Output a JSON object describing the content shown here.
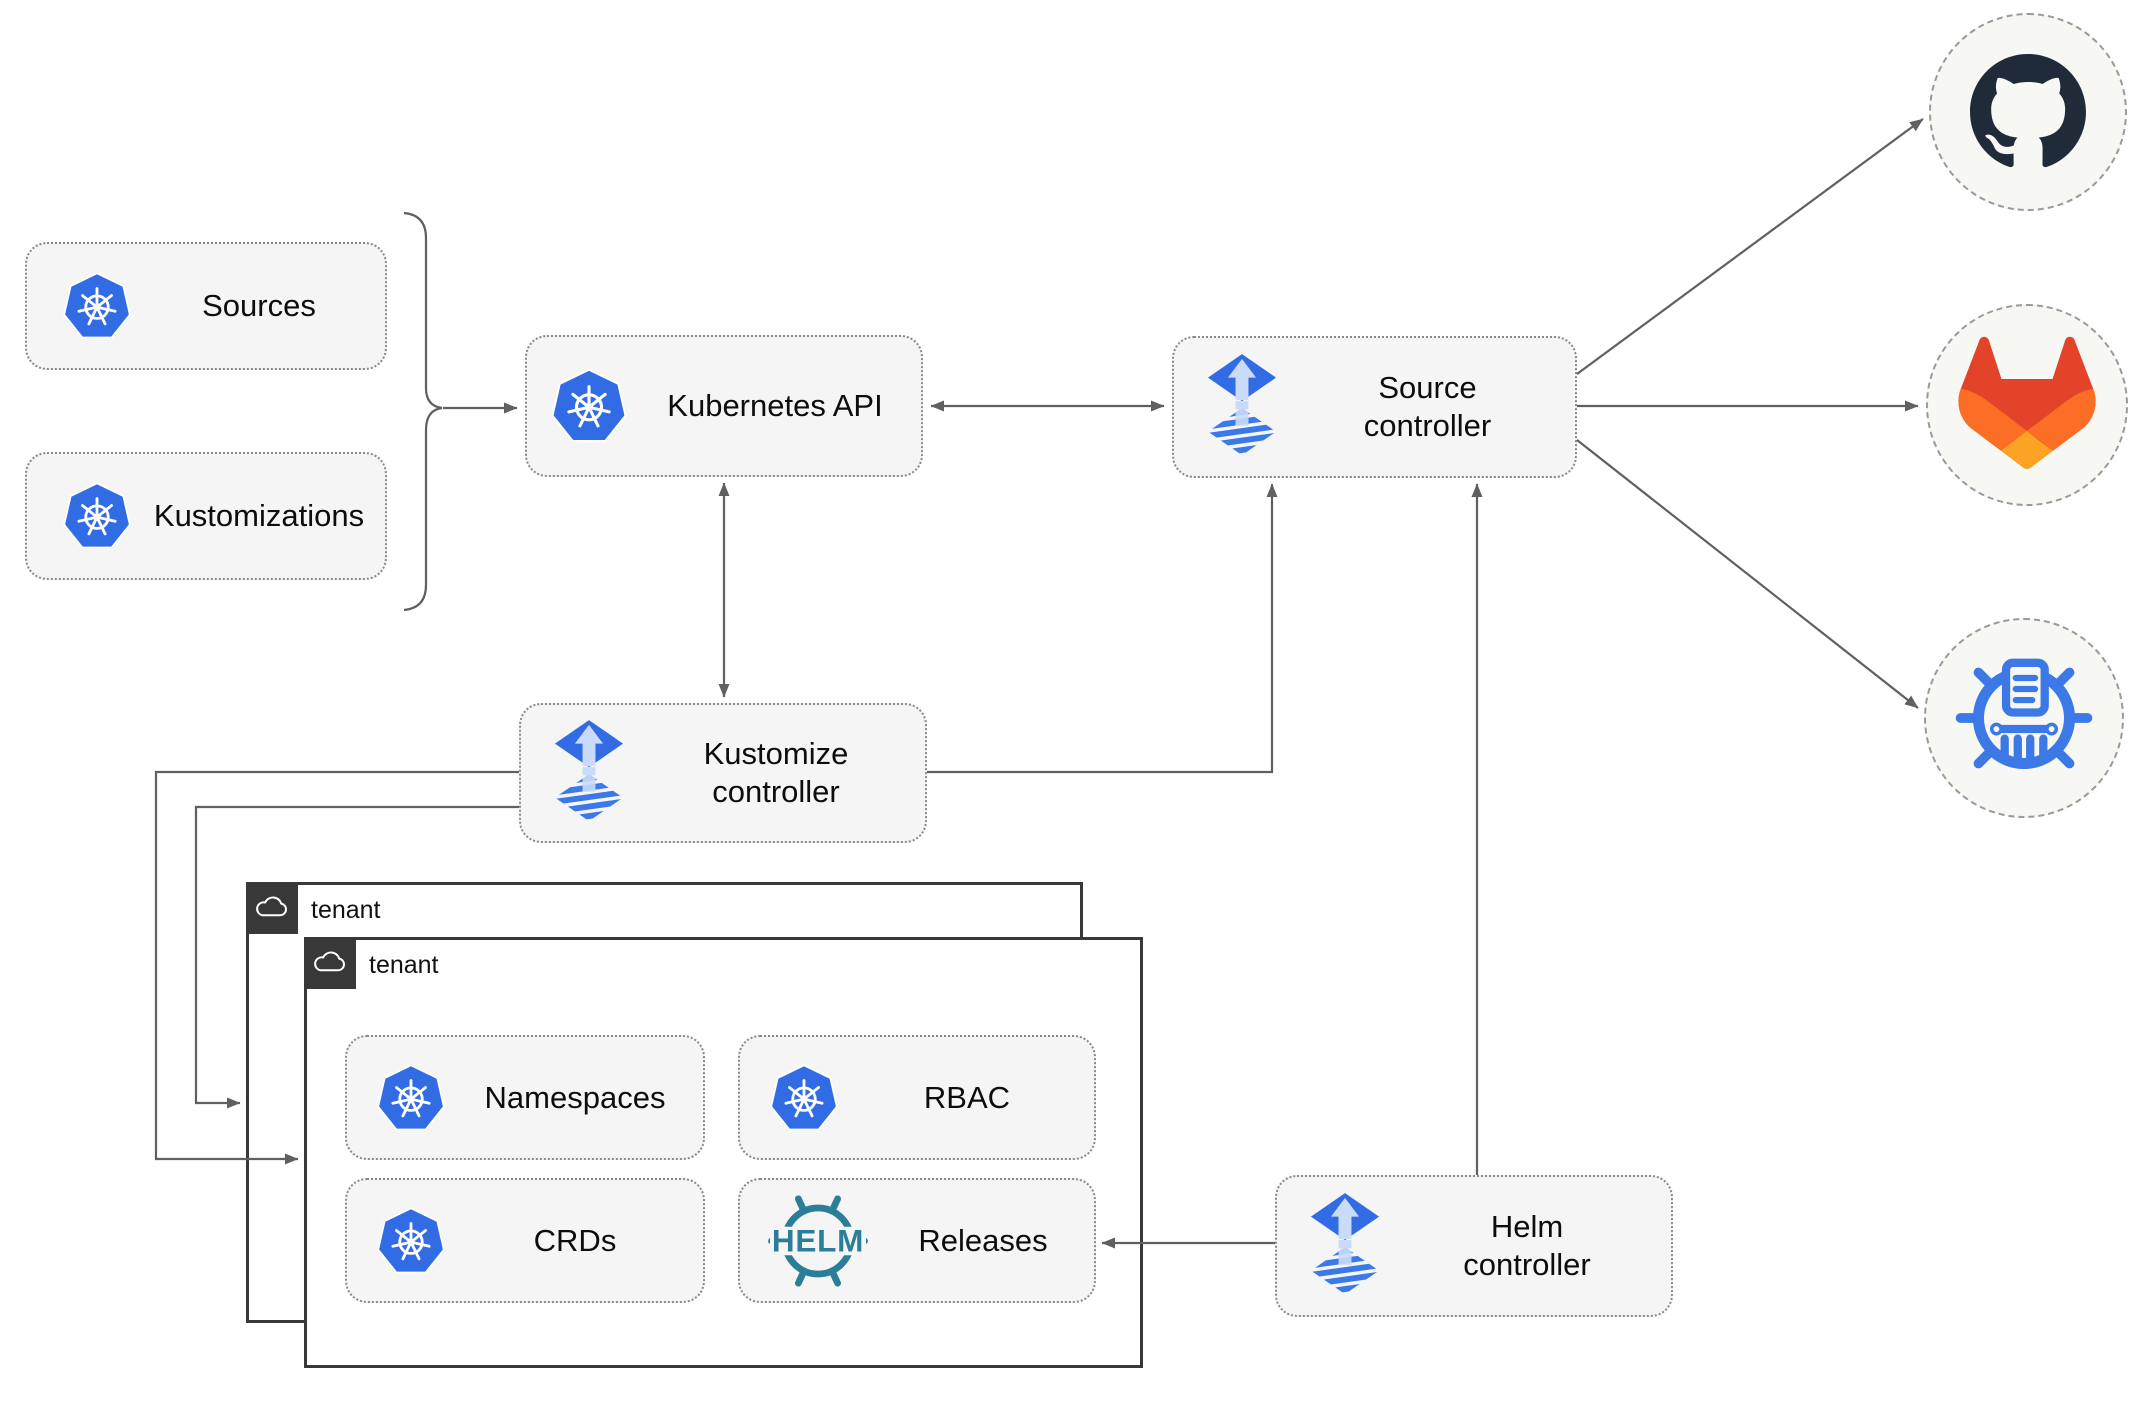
{
  "nodes": {
    "sources": {
      "label": "Sources",
      "icon": "kubernetes-logo"
    },
    "kustomizations": {
      "label": "Kustomizations",
      "icon": "kubernetes-logo"
    },
    "kubernetes_api": {
      "label": "Kubernetes API",
      "icon": "kubernetes-logo"
    },
    "source_controller": {
      "lines": [
        "Source",
        "controller"
      ],
      "icon": "flux-logo"
    },
    "kustomize_controller": {
      "lines": [
        "Kustomize",
        "controller"
      ],
      "icon": "flux-logo"
    },
    "helm_controller": {
      "lines": [
        "Helm",
        "controller"
      ],
      "icon": "flux-logo"
    },
    "namespaces": {
      "label": "Namespaces",
      "icon": "kubernetes-logo"
    },
    "rbac": {
      "label": "RBAC",
      "icon": "kubernetes-logo"
    },
    "crds": {
      "label": "CRDs",
      "icon": "kubernetes-logo"
    },
    "releases": {
      "label": "Releases",
      "icon": "helm-logo",
      "icon_text": "HELM"
    }
  },
  "tenants": {
    "back": {
      "label": "tenant",
      "icon": "cloud-icon"
    },
    "front": {
      "label": "tenant",
      "icon": "cloud-icon"
    }
  },
  "endpoints": {
    "github": {
      "icon": "github-logo"
    },
    "gitlab": {
      "icon": "gitlab-logo"
    },
    "chartmuseum": {
      "icon": "chartmuseum-logo"
    }
  },
  "colors": {
    "node_fill": "#f5f5f5",
    "node_border": "#8a8a8a",
    "connector_line": "#606060",
    "kubernetes_blue": "#326ce5",
    "flux_blue": "#316ce4",
    "flux_light_arrow": "#c9dbf8",
    "helm_teal": "#2b7e98",
    "github_dark": "#1f2b38",
    "gitlab_red": "#e24329",
    "gitlab_orange": "#fc6d26",
    "gitlab_amber": "#fca326",
    "chartmuseum_blue": "#3d79e6",
    "tenant_border": "#383838"
  }
}
